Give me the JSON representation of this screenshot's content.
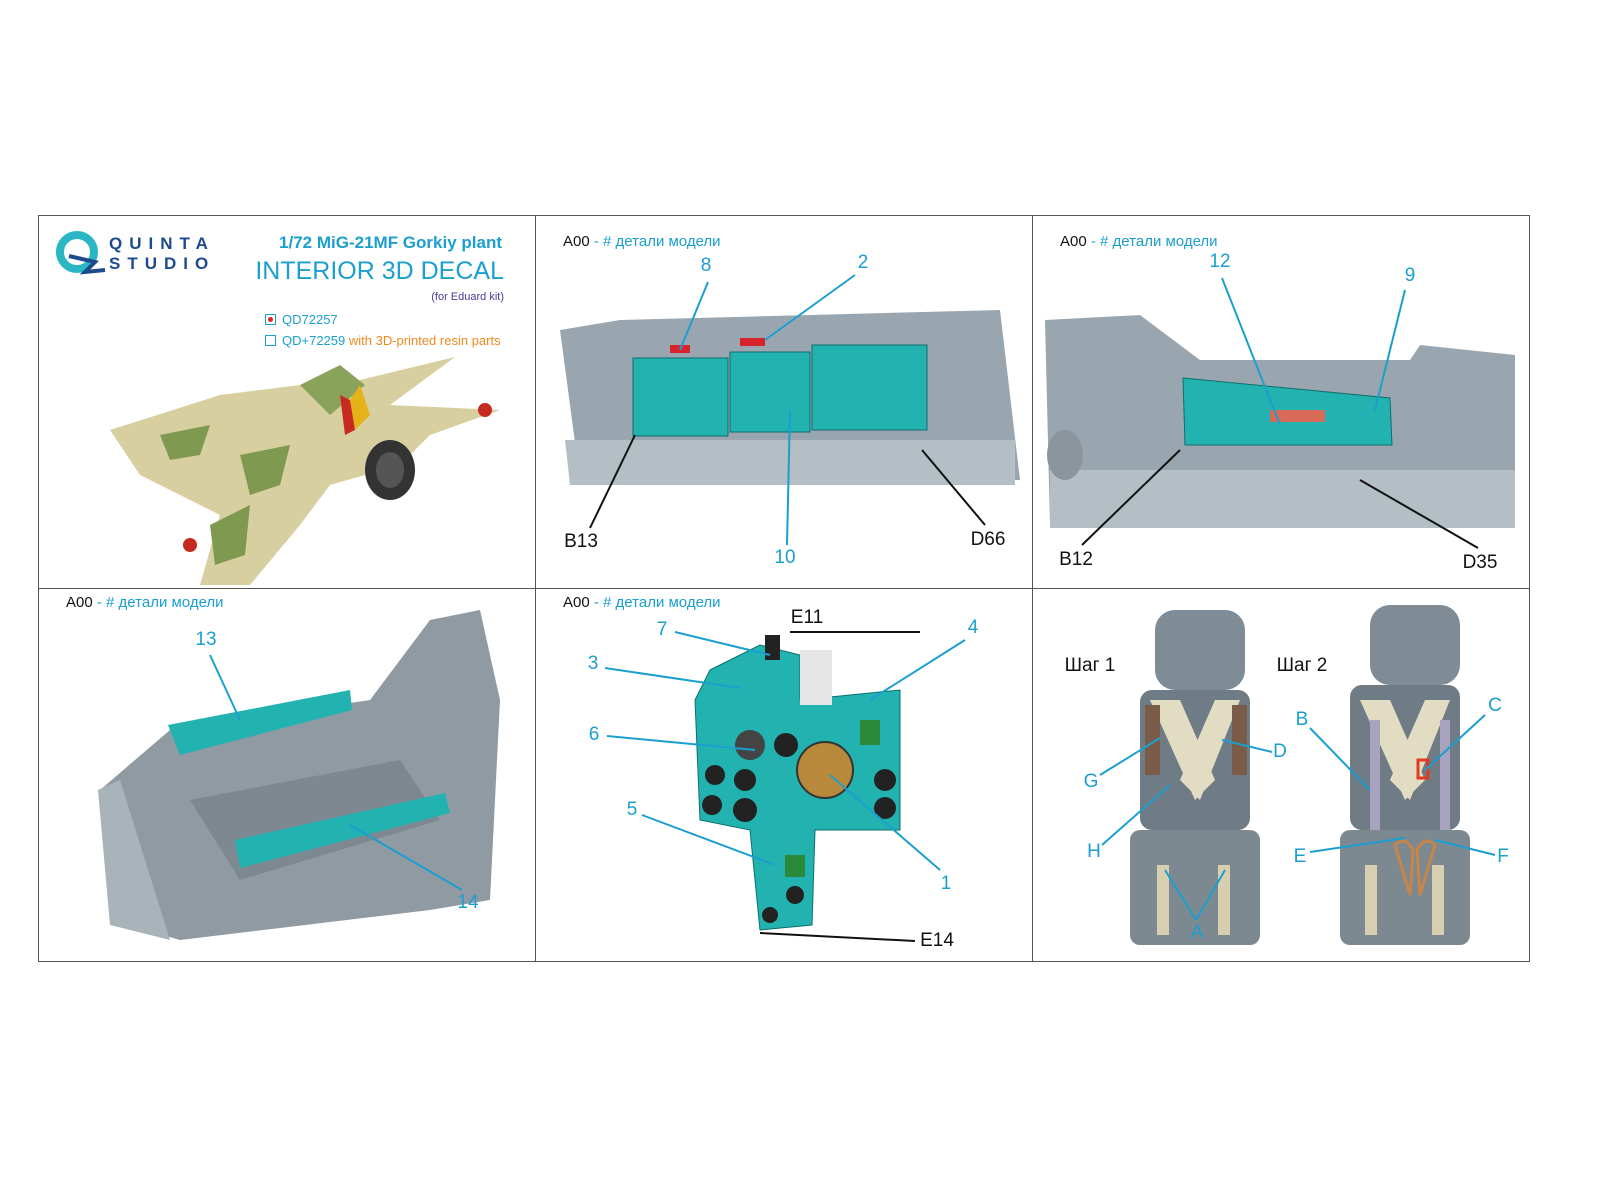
{
  "brand": {
    "line1": "QUINTA",
    "line2": "STUDIO"
  },
  "product": {
    "title": "1/72 MiG-21MF Gorkiy plant",
    "subtitle": "INTERIOR 3D DECAL",
    "kit_note": "(for Eduard kit)",
    "options": [
      {
        "code": "QD72257",
        "extra": "",
        "checked": true
      },
      {
        "code": "QD+72259",
        "extra": " with 3D-printed resin parts",
        "checked": false
      }
    ]
  },
  "panel_header": {
    "code": "A00",
    "sep": " - ",
    "text": "# детали модели"
  },
  "panels": {
    "left_console": {
      "callouts": [
        "8",
        "2",
        "B13",
        "10",
        "D66"
      ]
    },
    "right_console": {
      "callouts": [
        "12",
        "9",
        "B12",
        "D35"
      ]
    },
    "cockpit_tub": {
      "callouts": [
        "13",
        "14"
      ]
    },
    "instrument_panel": {
      "callouts": [
        "7",
        "E11",
        "4",
        "3",
        "6",
        "5",
        "1",
        "E14"
      ]
    },
    "seat": {
      "step1": "Шаг 1",
      "step2": "Шаг 2",
      "callouts": [
        "G",
        "D",
        "H",
        "A",
        "B",
        "C",
        "E",
        "F"
      ]
    }
  },
  "colors": {
    "accent": "#1a9fd0",
    "panel_teal": "#1fb5b0",
    "resin_gray": "#8f9aa3",
    "brand_navy": "#1d4a8c"
  }
}
